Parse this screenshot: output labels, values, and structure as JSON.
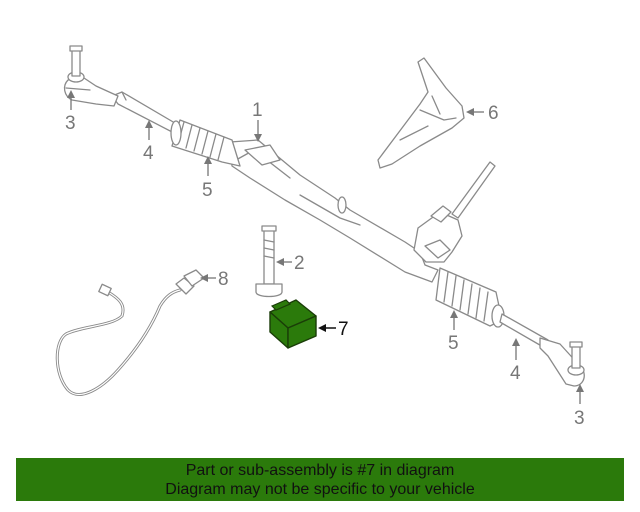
{
  "callouts": {
    "c1": "1",
    "c2": "2",
    "c3_left": "3",
    "c3_right": "3",
    "c4_left": "4",
    "c4_right": "4",
    "c5_left": "5",
    "c5_right": "5",
    "c6": "6",
    "c7": "7",
    "c8": "8"
  },
  "highlight": {
    "part_number": "7",
    "fill_color": "#2b7a0b",
    "stroke_color": "#1a3d08"
  },
  "banner": {
    "line1": "Part or sub-assembly is #7 in diagram",
    "line2": "Diagram may not be specific to your vehicle",
    "background": "#2b7a0b"
  }
}
